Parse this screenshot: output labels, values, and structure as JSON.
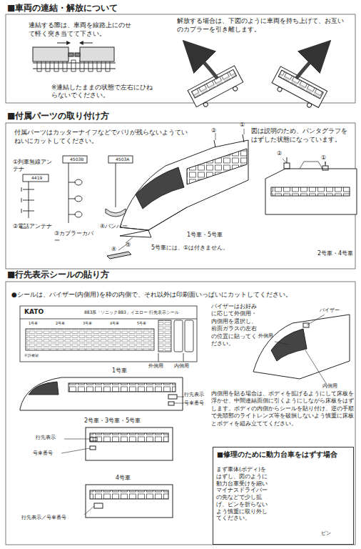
{
  "diagram": {
    "nodes": [
      {
        "text": [
          "■修理のために動力台車をはずす場合",
          "まず車体(ボディ)をはずし、図のように動力台車受けを細いマイナスドライバーの先などで少し拡げ、ピンを折らないよう慎重に取り外してください。"
        ]
      }
    ],
    "labels": [
      "■車両の連結・解放について",
      "連結する際は、車両を線路上にのせて軽く突き当てて下さい。",
      "※連結したままの状態で左右にひねらないでください。",
      "解放する場合は、下図のように車両を持ち上げて、お互いのカプラーを引き離します。",
      "■付属パーツの取り付け方",
      "付属パーツはカッターナイフなどでバリが残らないようていねいにカットしてください。",
      "①列車無線アンテナ",
      "4419",
      "②電話アンテナ",
      "4503B",
      "③カプラーカバー",
      "4503A",
      "④バンパー",
      "②",
      "①",
      "③",
      "④",
      "1号車・5号車",
      "5号車には、①は付きません。",
      "図は説明のため、パンタグラフをはずした状態になっています。",
      "②",
      "①",
      "2号車・4号車",
      "■行先表示シールの貼り方",
      "●シールは、バイザー(内側用)を枠の内側で、それ以外は印刷面いっぱいにカットしてください。",
      "KATO",
      "883系「ソニック883」イエロー 行先表示シール",
      "1号車",
      "2号車",
      "3号車",
      "4号車",
      "5号車",
      "不許複製",
      "外側用",
      "内側用",
      "バイザーはお好みに応じて外側用・内側用を選択し、前面ガラスの左右の位置に貼ってください。",
      "バイザー",
      "外側用",
      "内側用",
      "内側用を貼る場合は、ボディを拡げるようにして床板を浮かせ、中間連結面側に引くようにしながら床板をはずします。ボディの内側からシールを貼り付け、逆の手順で先頭部のライトレンズ等を破損しないよう慎重に床板とボディを組み立ててください。",
      "1号車",
      "行先表示",
      "号車番号",
      "2号車・3号車・5号車",
      "行先表示",
      "号車番号",
      "4号車",
      "行先表示／号車番号",
      "ピン"
    ]
  }
}
